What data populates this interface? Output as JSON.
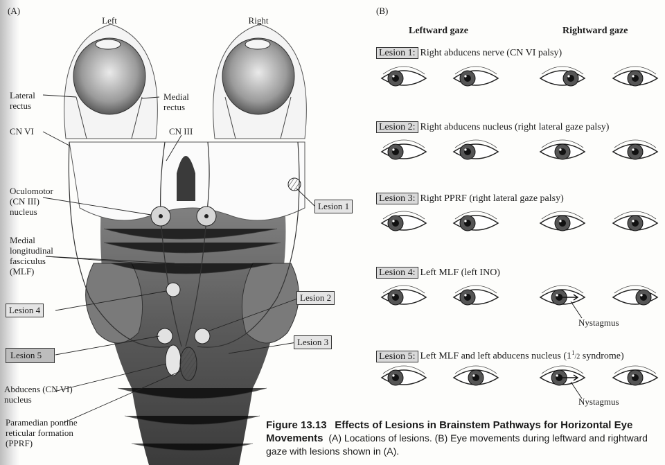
{
  "panel_a": {
    "tag": "(A)",
    "left": "Left",
    "right": "Right",
    "labels": {
      "lateral_rectus": "Lateral rectus",
      "medial_rectus": "Medial rectus",
      "cn_vi": "CN VI",
      "cn_iii": "CN III",
      "oculomotor": "Oculomotor (CN III) nucleus",
      "mlf": "Medial longitudinal fasciculus (MLF)",
      "abducens": "Abducens (CN VI) nucleus",
      "pprf": "Paramedian pontine reticular formation (PPRF)"
    },
    "lesions": {
      "l1": "Lesion 1",
      "l2": "Lesion 2",
      "l3": "Lesion 3",
      "l4": "Lesion 4",
      "l5": "Lesion 5"
    }
  },
  "panel_b": {
    "tag": "(B)",
    "leftward": "Leftward gaze",
    "rightward": "Rightward gaze",
    "rows": [
      {
        "box": "Lesion 1:",
        "text": "Right abducens nerve (CN VI palsy)"
      },
      {
        "box": "Lesion 2:",
        "text": "Right abducens nucleus (right lateral gaze palsy)"
      },
      {
        "box": "Lesion 3:",
        "text": "Right PPRF (right lateral gaze palsy)"
      },
      {
        "box": "Lesion 4:",
        "text": "Left MLF (left INO)"
      },
      {
        "box": "Lesion 5:",
        "text": "Left MLF and left abducens nucleus (1",
        "sup": "1",
        "sub": "/2",
        "tail": " syndrome)"
      }
    ],
    "nystagmus": "Nystagmus"
  },
  "caption": {
    "number": "Figure 13.13",
    "title": "Effects of Lesions in Brainstem Pathways for Horizontal Eye Movements",
    "body": "(A) Locations of lesions. (B) Eye movements during leftward and rightward gaze with lesions shown in (A)."
  }
}
